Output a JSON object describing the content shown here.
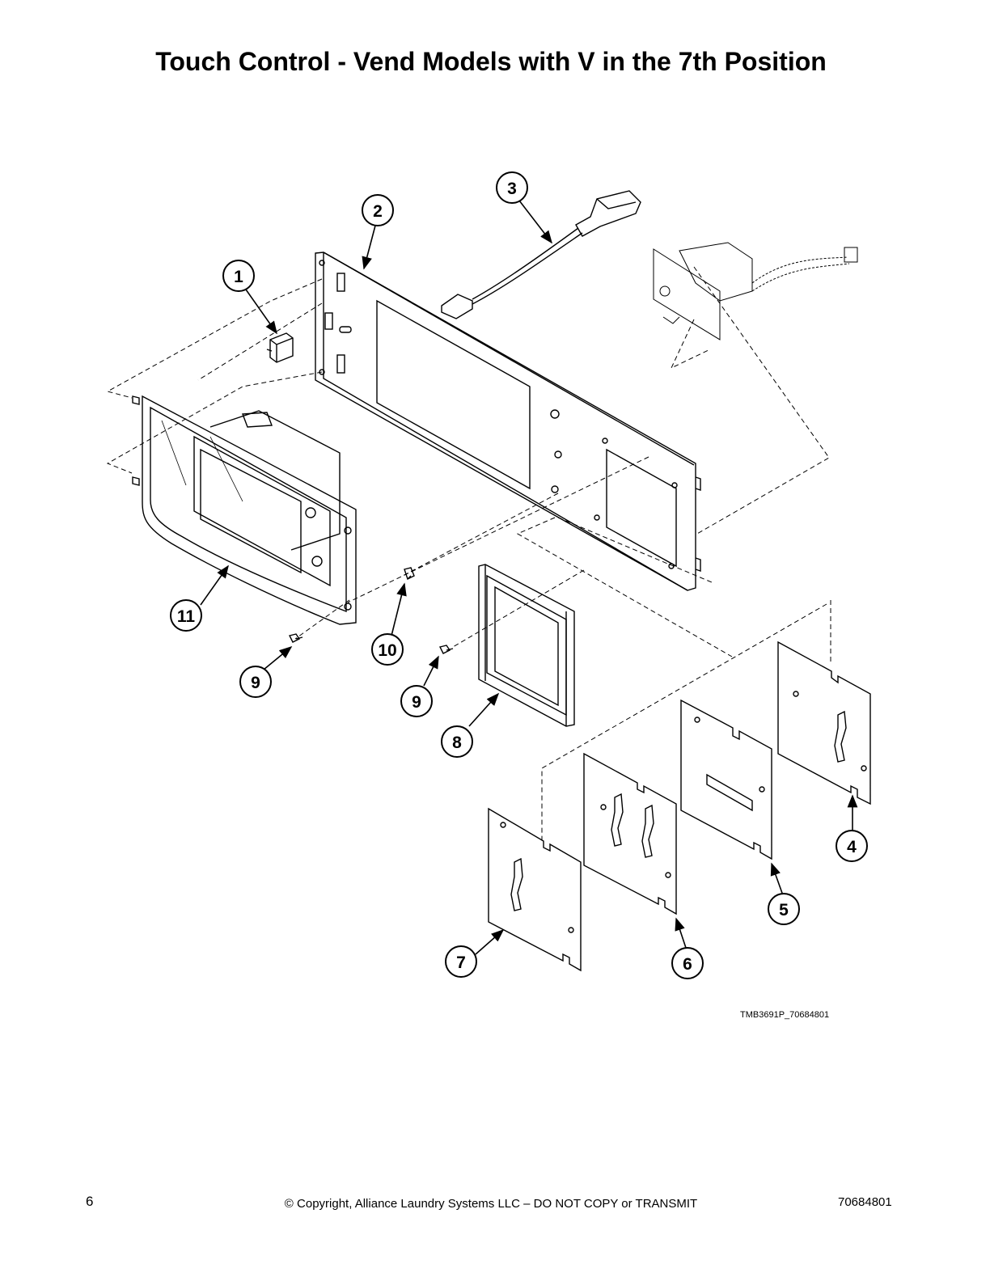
{
  "title": "Touch Control - Vend Models with V in the 7th Position",
  "callouts": [
    {
      "label": "1",
      "part": "switch"
    },
    {
      "label": "2",
      "part": "control-panel"
    },
    {
      "label": "3",
      "part": "harness"
    },
    {
      "label": "4",
      "part": "coin-plate-single"
    },
    {
      "label": "5",
      "part": "coin-plate-slot"
    },
    {
      "label": "6",
      "part": "coin-plate-double"
    },
    {
      "label": "7",
      "part": "coin-plate-single"
    },
    {
      "label": "8",
      "part": "coin-frame"
    },
    {
      "label": "9",
      "part": "screw"
    },
    {
      "label": "9",
      "part": "screw"
    },
    {
      "label": "10",
      "part": "clip"
    },
    {
      "label": "11",
      "part": "touch-control-assembly"
    }
  ],
  "figure_ref": "TMB3691P_70684801",
  "footer": {
    "page_number": "6",
    "copyright": "© Copyright, Alliance Laundry Systems LLC – DO NOT COPY or TRANSMIT",
    "doc_number": "70684801"
  }
}
